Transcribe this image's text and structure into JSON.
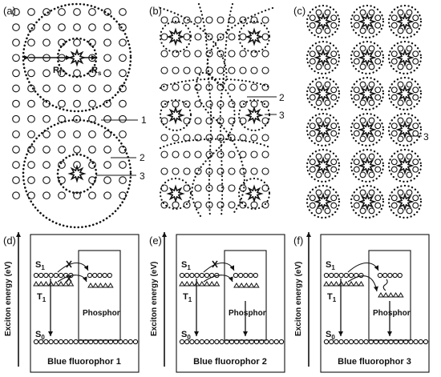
{
  "panels": {
    "a": {
      "label": "(a)",
      "r_left": "R",
      "r_left_sub": "f",
      "r_right": "R",
      "r_right_sub": "s",
      "callout_1": "1",
      "callout_2": "2",
      "callout_3": "3"
    },
    "b": {
      "label": "(b)",
      "callout_2": "2",
      "callout_3": "3"
    },
    "c": {
      "label": "(c)",
      "callout_3": "3"
    },
    "d": {
      "label": "(d)",
      "y_axis": "Exciton energy (eV)",
      "s1": "S",
      "s1_sub": "1",
      "t1": "T",
      "t1_sub": "1",
      "s0": "S",
      "s0_sub": "0",
      "phosphor": "Phosphor",
      "caption": "Blue fluorophor 1"
    },
    "e": {
      "label": "(e)",
      "y_axis": "Exciton energy (eV)",
      "s1": "S",
      "s1_sub": "1",
      "t1": "T",
      "t1_sub": "1",
      "s0": "S",
      "s0_sub": "0",
      "phosphor": "Phosphor",
      "caption": "Blue fluorophor 2"
    },
    "f": {
      "label": "(f)",
      "y_axis": "Exciton energy (eV)",
      "s1": "S",
      "s1_sub": "1",
      "t1": "T",
      "t1_sub": "1",
      "s0": "S",
      "s0_sub": "0",
      "phosphor": "Phosphor",
      "caption": "Blue fluorophor 3"
    }
  },
  "colors": {
    "ink": "#111111",
    "background": "#ffffff"
  },
  "icons": {
    "emitter": "star-burst-icon",
    "host_site": "open-circle-icon"
  }
}
